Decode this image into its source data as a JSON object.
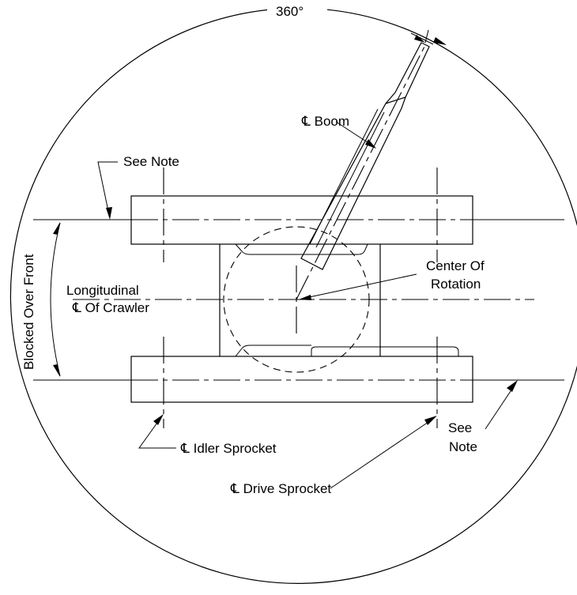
{
  "labels": {
    "angle": "360°",
    "boom": "℄ Boom",
    "see_note_top": "See Note",
    "blocked_over_front": "Blocked Over Front",
    "longitudinal_line1": "Longitudinal",
    "longitudinal_line2": "℄ Of Crawler",
    "center_line1": "Center Of",
    "center_line2": "Rotation",
    "idler_sprocket": "℄ Idler Sprocket",
    "see_note_right_line1": "See",
    "see_note_right_line2": "Note",
    "drive_sprocket": "℄ Drive Sprocket"
  }
}
